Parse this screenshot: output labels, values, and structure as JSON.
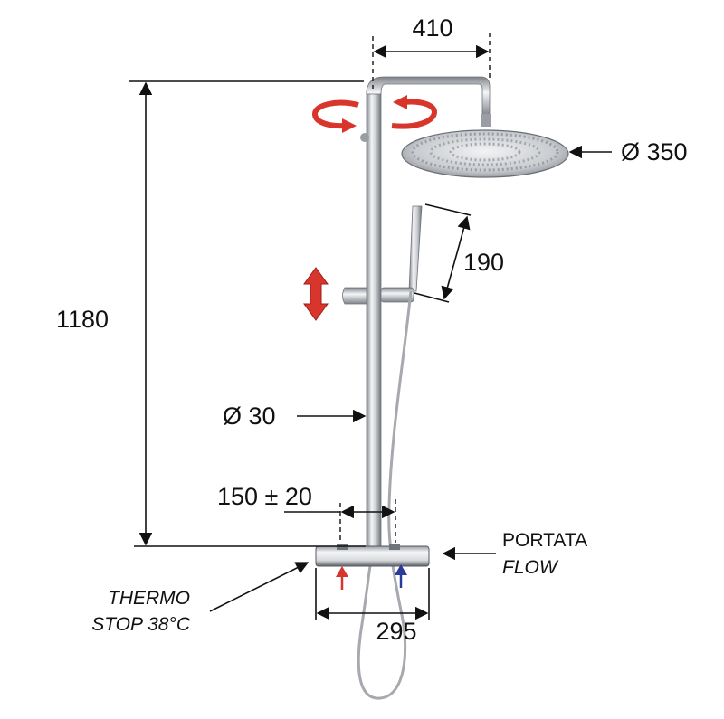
{
  "dimensions": {
    "top_width": "410",
    "head_diameter": "Ø 350",
    "hand_shower_length": "190",
    "total_height": "1180",
    "pipe_diameter": "Ø 30",
    "outlet_spacing": "150 ± 20",
    "bar_width": "295"
  },
  "labels": {
    "flow_it": "PORTATA",
    "flow_en": "FLOW",
    "thermo_line1": "THERMO",
    "thermo_line2": "STOP 38°C"
  },
  "colors": {
    "rotation_arrow": "#d8352c",
    "hot_arrow": "#d8352c",
    "cold_arrow": "#2a3b9a",
    "chrome_dark": "#7d8188",
    "chrome_light": "#eef0f2"
  },
  "icons": [
    "rotate-arrows-icon",
    "height-adjust-arrow-icon",
    "hot-water-arrow-icon",
    "cold-water-arrow-icon"
  ]
}
